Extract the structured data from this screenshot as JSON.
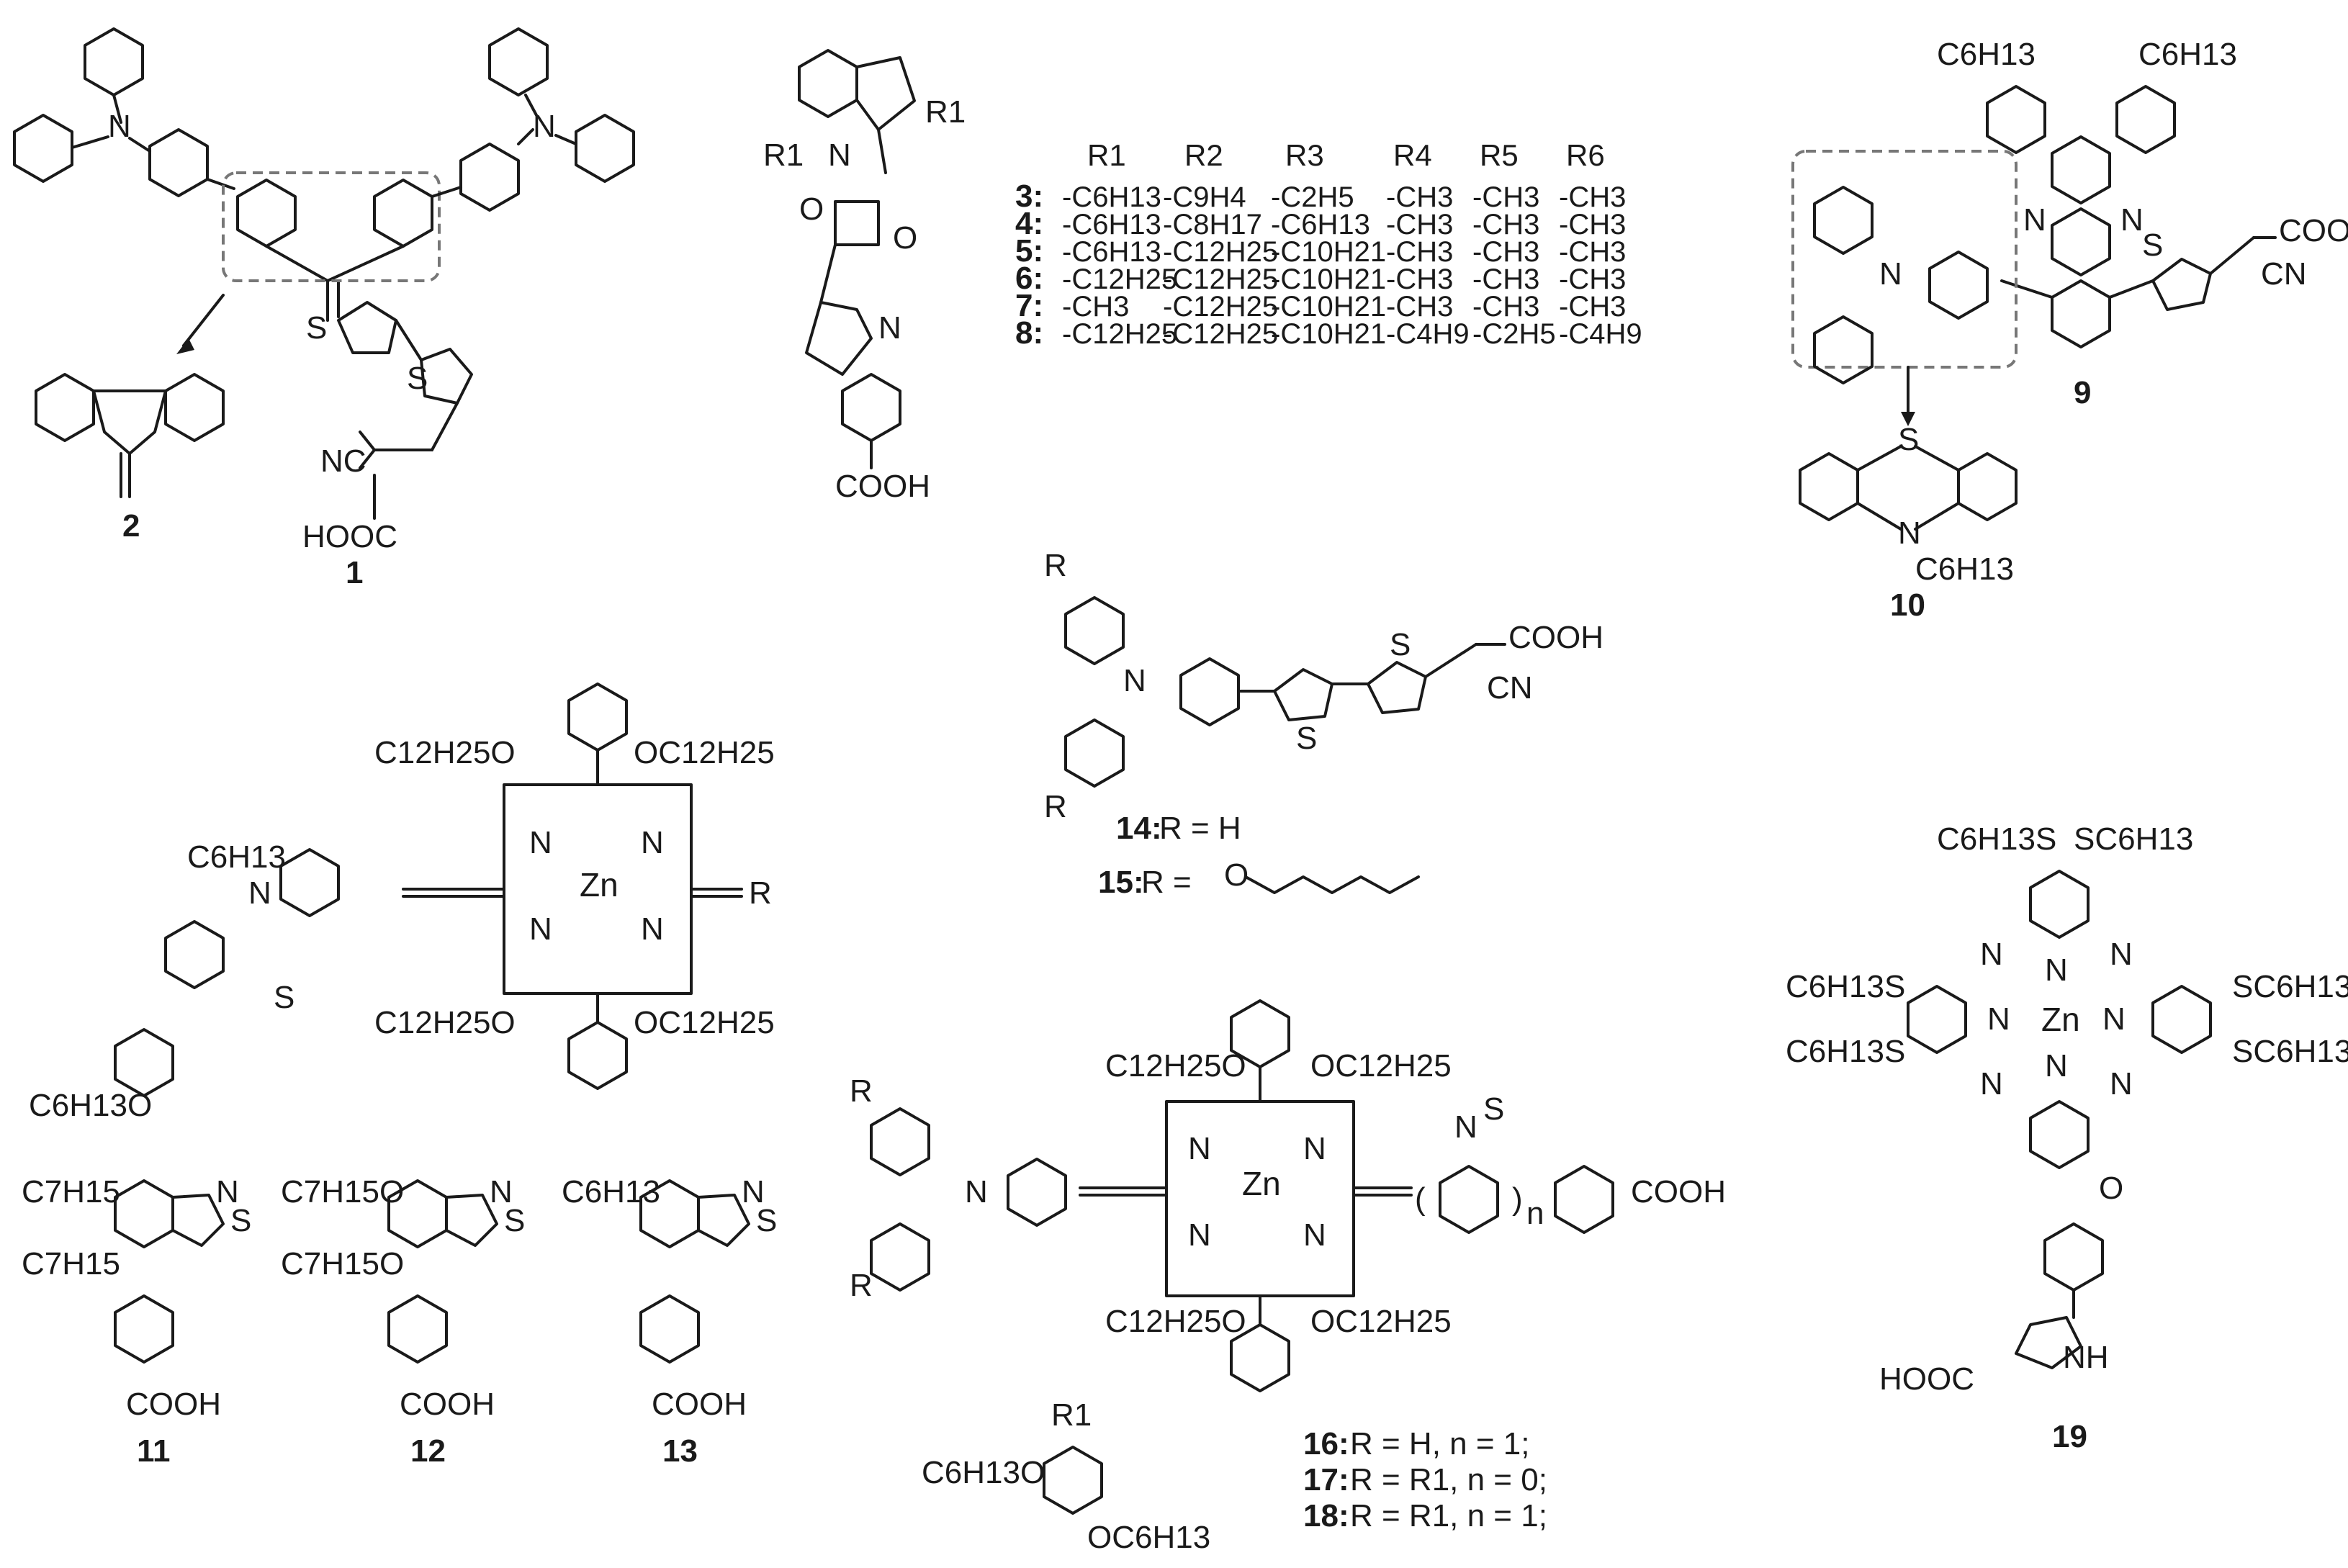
{
  "compound_numbers": [
    "1",
    "2",
    "3",
    "4",
    "5",
    "6",
    "7",
    "8",
    "9",
    "10",
    "11",
    "12",
    "13",
    "14",
    "15",
    "16",
    "17",
    "18",
    "19"
  ],
  "atoms": {
    "N": "N",
    "S": "S",
    "O": "O",
    "Zn": "Zn",
    "COOH": "COOH",
    "HOOC": "HOOC",
    "NC": "NC",
    "CN": "CN",
    "NH": "NH",
    "R": "R"
  },
  "substituents": {
    "C6H13": "C6H13",
    "C7H15": "C7H15",
    "C12H25": "C12H25",
    "OC12H25": "OC12H25",
    "C12H25O": "C12H25O",
    "C6H13O": "C6H13O",
    "OC6H13": "OC6H13",
    "C7H15O": "C7H15O",
    "C6H13S": "C6H13S",
    "SC6H13": "SC6H13"
  },
  "table": {
    "headers": [
      "R1",
      "R2",
      "R3",
      "R4",
      "R5",
      "R6"
    ],
    "rows": [
      {
        "id": "3:",
        "cells": [
          "-C6H13",
          "-C9H4",
          "-C2H5",
          "-CH3",
          "-CH3",
          "-CH3"
        ]
      },
      {
        "id": "4:",
        "cells": [
          "-C6H13",
          "-C8H17",
          "-C6H13",
          "-CH3",
          "-CH3",
          "-CH3"
        ]
      },
      {
        "id": "5:",
        "cells": [
          "-C6H13",
          "-C12H25",
          "-C10H21",
          "-CH3",
          "-CH3",
          "-CH3"
        ]
      },
      {
        "id": "6:",
        "cells": [
          "-C12H25",
          "-C12H25",
          "-C10H21",
          "-CH3",
          "-CH3",
          "-CH3"
        ]
      },
      {
        "id": "7:",
        "cells": [
          "-CH3",
          "-C12H25",
          "-C10H21",
          "-CH3",
          "-CH3",
          "-CH3"
        ]
      },
      {
        "id": "8:",
        "cells": [
          "-C12H25",
          "-C12H25",
          "-C10H21",
          "-C4H9",
          "-C2H5",
          "-C4H9"
        ]
      }
    ]
  },
  "legends": {
    "c14": {
      "num": "14:",
      "text": "R = H"
    },
    "c15": {
      "num": "15:",
      "text": "R ="
    },
    "c16": {
      "num": "16:",
      "text": "R = H, n = 1;"
    },
    "c17": {
      "num": "17:",
      "text": "R = R1, n = 0;"
    },
    "c18": {
      "num": "18:",
      "text": "R = R1, n = 1;"
    }
  },
  "misc": {
    "n": "n",
    "R1": "R1"
  }
}
